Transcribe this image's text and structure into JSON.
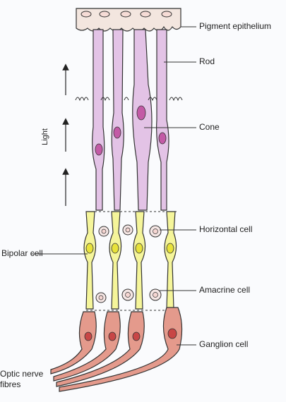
{
  "labels": {
    "pigment_epithelium": "Pigment epithelium",
    "rod": "Rod",
    "cone": "Cone",
    "horizontal_cell": "Horizontal cell",
    "bipolar_cell": "Bipolar cell",
    "amacrine_cell": "Amacrine cell",
    "ganglion_cell": "Ganglion cell",
    "optic_nerve_line1": "Optic nerve",
    "optic_nerve_line2": "fibres",
    "light": "Light"
  },
  "colors": {
    "pigment": "#f3e6df",
    "photoreceptor": "#e3c3e6",
    "photoreceptor_nucleus": "#c35aa6",
    "bipolar": "#f5f59a",
    "bipolar_nucleus": "#e8e23a",
    "horizontal": "#f5e6e4",
    "ganglion": "#e49a8c",
    "ganglion_nucleus": "#c84646",
    "outline": "#333333"
  }
}
